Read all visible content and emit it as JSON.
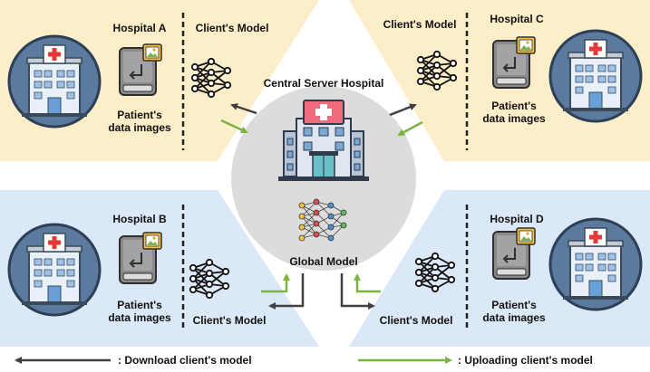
{
  "center": {
    "title": "Central Server Hospital",
    "model_label": "Global Model"
  },
  "hospitals": [
    {
      "name": "Hospital A",
      "data_label_1": "Patient's",
      "data_label_2": "data images",
      "model_label": "Client's Model"
    },
    {
      "name": "Hospital B",
      "data_label_1": "Patient's",
      "data_label_2": "data images",
      "model_label": "Client's Model"
    },
    {
      "name": "Hospital C",
      "data_label_1": "Patient's",
      "data_label_2": "data images",
      "model_label": "Client's Model"
    },
    {
      "name": "Hospital D",
      "data_label_1": "Patient's",
      "data_label_2": "data images",
      "model_label": "Client's Model"
    }
  ],
  "legend": {
    "download": ": Download client's model",
    "upload": ": Uploading client's model"
  },
  "colors": {
    "top_panel": "#fdeeca",
    "bottom_panel": "#dbe8f8",
    "center_circle": "#dcdcdc",
    "download_arrow": "#404040",
    "upload_arrow": "#7cb342"
  }
}
